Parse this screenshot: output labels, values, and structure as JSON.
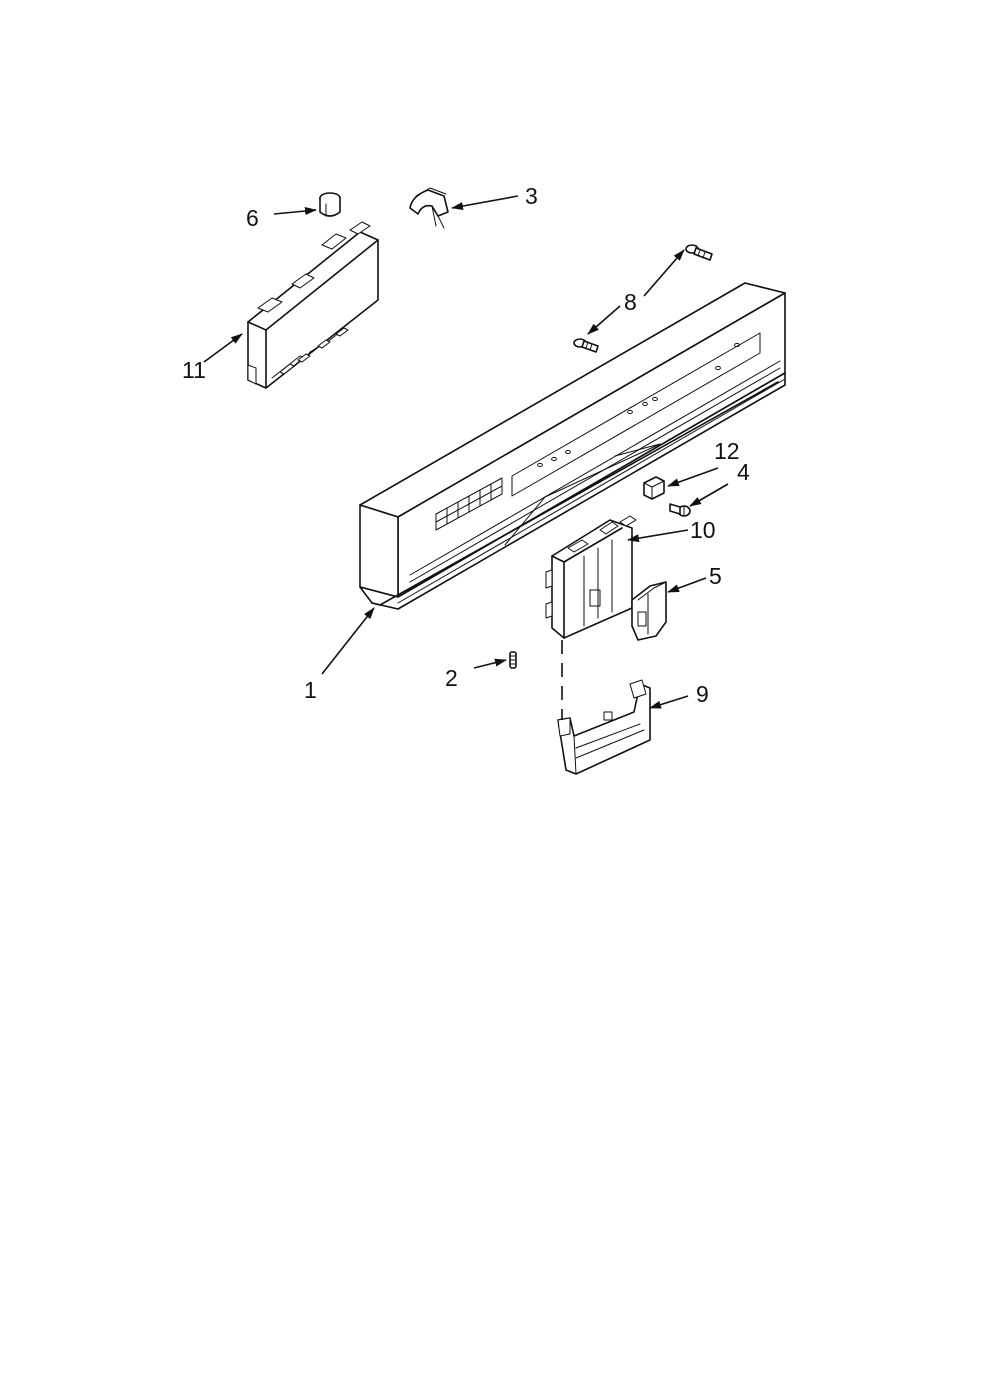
{
  "diagram": {
    "callouts": [
      {
        "id": "1",
        "label": "1"
      },
      {
        "id": "2",
        "label": "2"
      },
      {
        "id": "3",
        "label": "3"
      },
      {
        "id": "4",
        "label": "4"
      },
      {
        "id": "5",
        "label": "5"
      },
      {
        "id": "6",
        "label": "6"
      },
      {
        "id": "8",
        "label": "8"
      },
      {
        "id": "9",
        "label": "9"
      },
      {
        "id": "10",
        "label": "10"
      },
      {
        "id": "11",
        "label": "11"
      },
      {
        "id": "12",
        "label": "12"
      }
    ],
    "colors": {
      "line": "#111111",
      "background": "#ffffff"
    }
  }
}
